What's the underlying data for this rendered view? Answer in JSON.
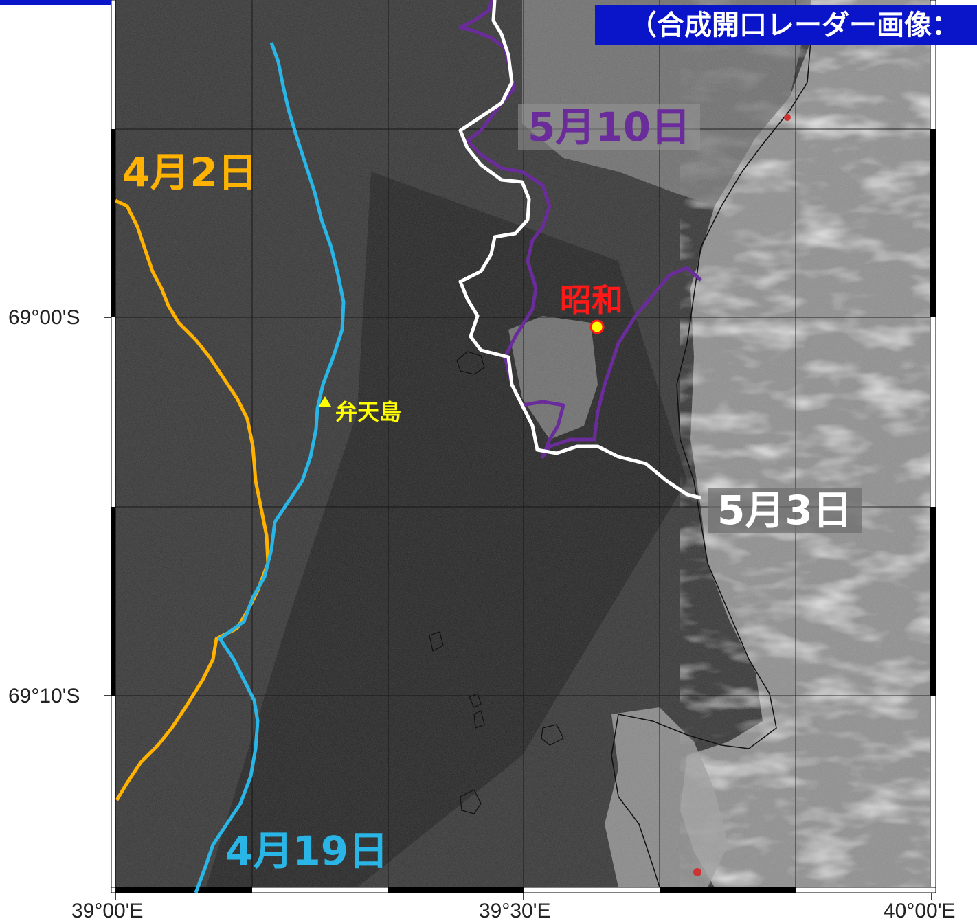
{
  "title": "（合成開口レーダー画像：",
  "axes": {
    "lat_labels": [
      "69°00'S",
      "69°10'S"
    ],
    "lon_labels": [
      "39°00'E",
      "39°30'E",
      "40°00'E"
    ]
  },
  "ice_edge_dates": {
    "apr2": "4月2日",
    "apr19": "4月19日",
    "may3": "5月3日",
    "may10": "5月10日"
  },
  "places": {
    "showa": "昭和",
    "benten": "弁天島"
  },
  "colors": {
    "banner": "#0a14c8",
    "apr2": "#ffb300",
    "apr19": "#29b6e6",
    "may3": "#ffffff",
    "may10": "#6a2c9a",
    "showa": "#ff1a1a",
    "benten": "#ffff00"
  },
  "icons": {
    "showa": "station-circle-icon",
    "benten": "triangle-marker-icon"
  }
}
